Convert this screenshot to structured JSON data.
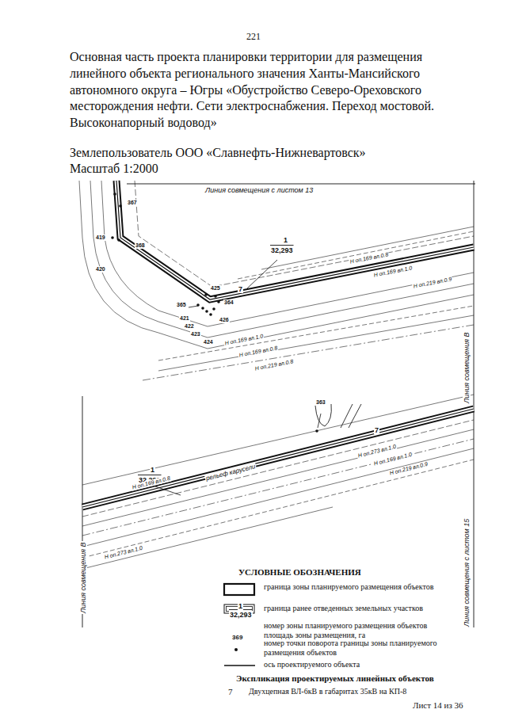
{
  "diagram": {
    "title": "Основная часть проекта планировки территории для размещения линейного объекта регионального значения Ханты-Мансийского автономного округа – Югры «Обустройство Северо-Ореховского месторождения нефти. Сети электроснабжения. Переход мостовой. Высоконапорный водовод»",
    "labels": [
      "221",
      "Землепользователь ООО «Славнефть-Нижневартовск»",
      "Масштаб 1:2000",
      "Линия совмещения с листом 13",
      "419",
      "367",
      "368",
      "420",
      "365",
      "425",
      "364",
      "421",
      "422",
      "423",
      "424",
      "426",
      "1",
      "32,293",
      "7",
      "Н оп.169 вл.0.8",
      "Н оп.169 вл.1.0",
      "Н оп.219 вл.0.9",
      "Н оп.169 вл.1.0",
      "Н оп.169 вл.0.8",
      "Н оп.219 вл.0.8",
      "Линия совмещения В",
      "1",
      "32,293",
      "363",
      "7",
      "рельеф карусели",
      "Н оп.169 вл.0.8",
      "Н оп.273 вл.1.0",
      "Н оп.169 вл.1.0",
      "Н оп.219 вл.0.9",
      "Н оп.273 вл.1.0",
      "Линия совмещения В",
      "Линия совмещения с листом 15",
      "УСЛОВНЫЕ ОБОЗНАЧЕНИЯ",
      "1",
      "32,293",
      "369",
      "Экспликация проектируемых линейных объектов",
      "7",
      "Двухцепная ВЛ-6кВ в габаритах 35кВ на КП-8",
      "Лист 14 из 36"
    ],
    "legend": [
      {
        "text": "граница зоны планируемого размещения объектов"
      },
      {
        "text": "граница ранее отведенных земельных участков"
      },
      {
        "text": "номер зоны планируемого размещения объектов площадь зоны размещения, га"
      },
      {
        "text": "номер точки поворота границы зоны планируемого размещения объектов"
      },
      {
        "text": "ось проектируемого объекта"
      }
    ]
  }
}
